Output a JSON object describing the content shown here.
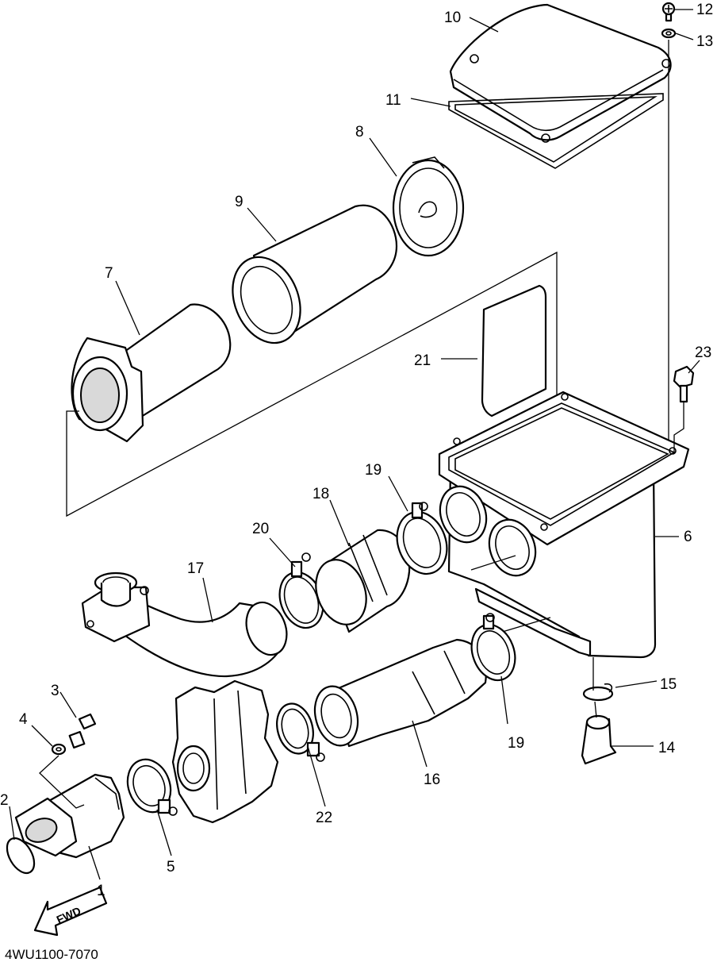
{
  "diagram_code": "4WU1100-7070",
  "fwd_label": "FWD",
  "callouts": {
    "c1": "1",
    "c2": "2",
    "c3": "3",
    "c4": "4",
    "c5": "5",
    "c6": "6",
    "c7": "7",
    "c8": "8",
    "c9": "9",
    "c10": "10",
    "c11": "11",
    "c12": "12",
    "c13": "13",
    "c14": "14",
    "c15": "15",
    "c16": "16",
    "c17": "17",
    "c18": "18",
    "c19a": "19",
    "c19b": "19",
    "c20": "20",
    "c21": "21",
    "c22": "22",
    "c23": "23"
  }
}
